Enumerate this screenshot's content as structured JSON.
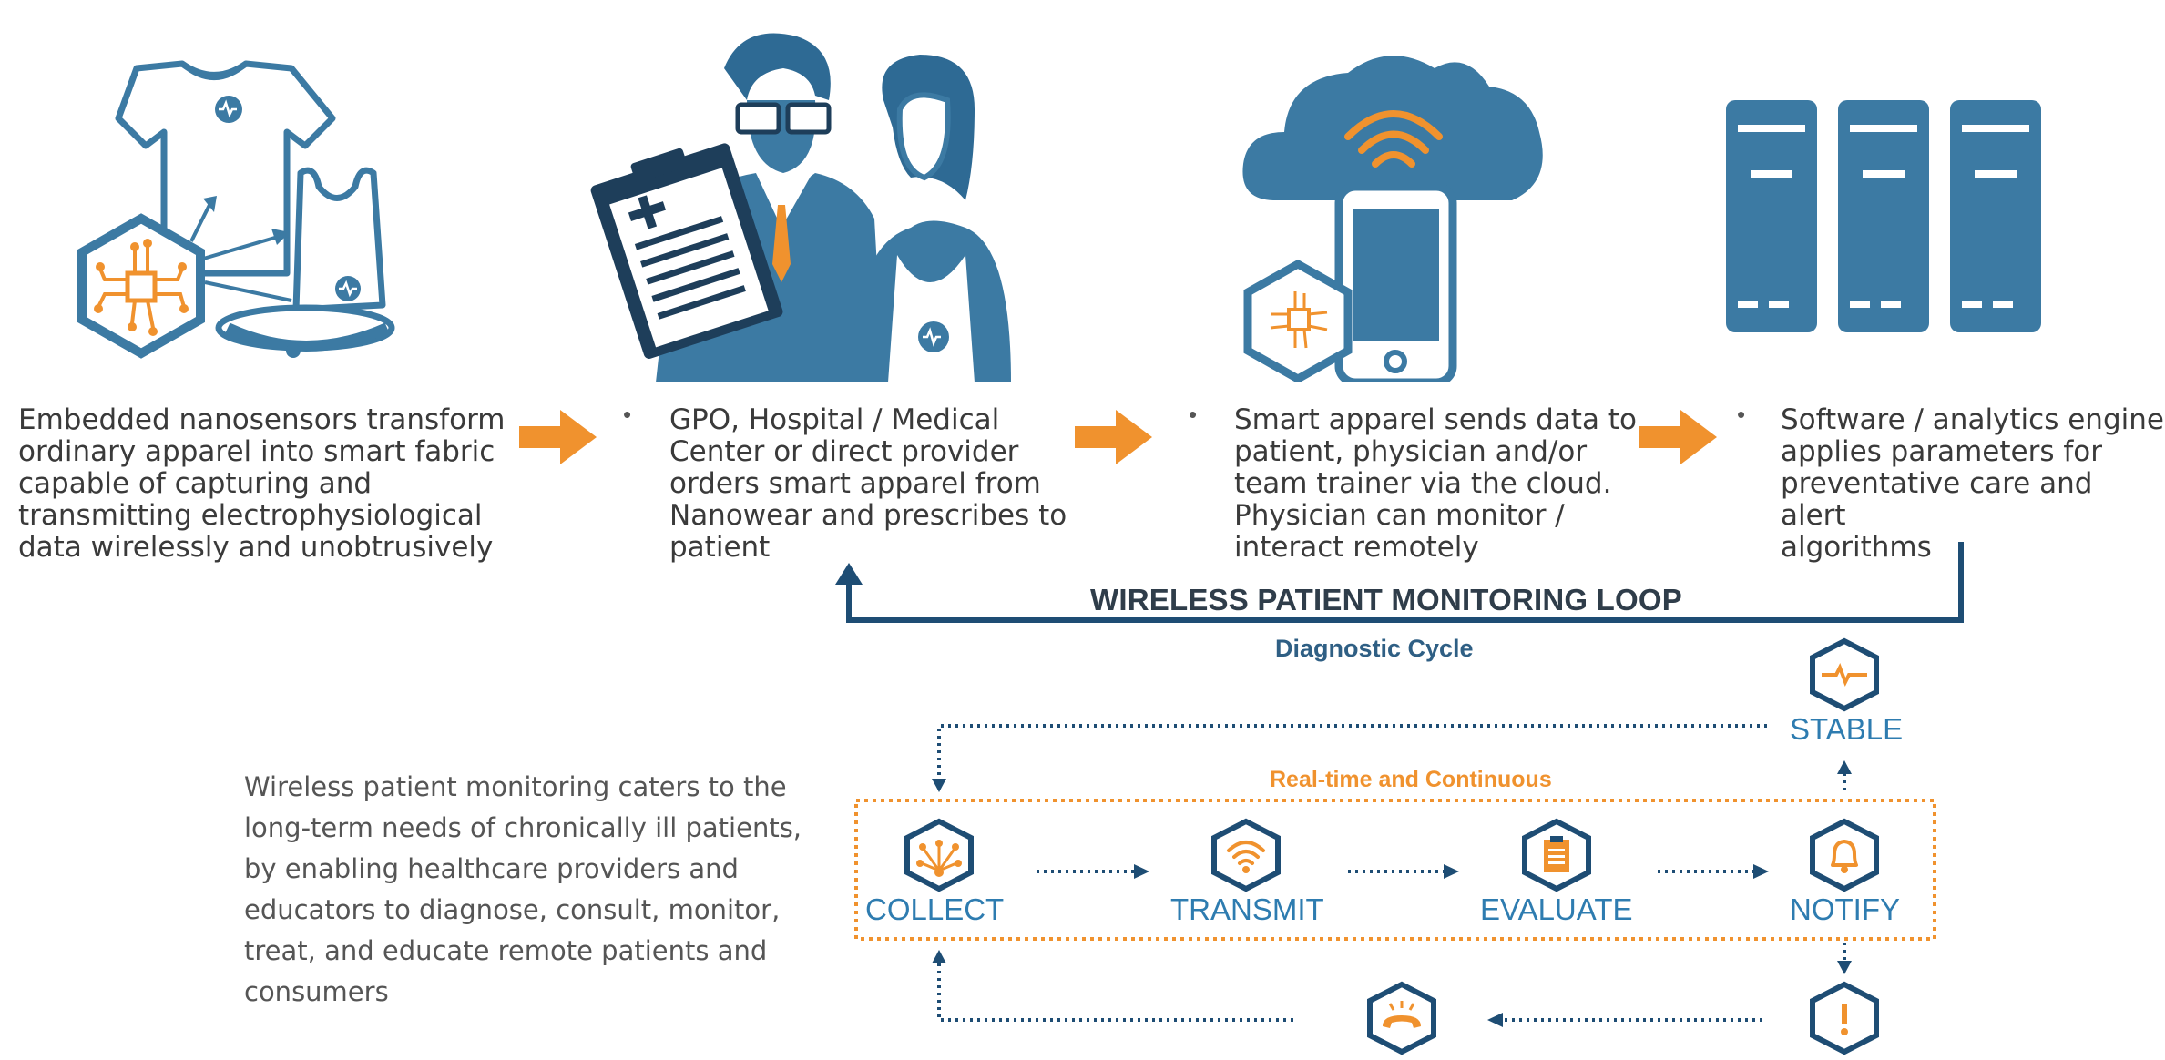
{
  "colors": {
    "blue": "#3c7aa3",
    "dark_blue": "#1e4d74",
    "orange": "#f0922e",
    "navy": "#2f3d4a"
  },
  "steps": [
    {
      "icon": "smart-apparel-icon",
      "text_lines": [
        "Embedded nanosensors transform",
        "ordinary apparel into smart fabric",
        "capable of capturing and",
        "transmitting electrophysiological",
        "data wirelessly and unobtrusively"
      ]
    },
    {
      "icon": "physician-patient-icon",
      "text_lines": [
        "GPO, Hospital / Medical",
        "Center or direct provider",
        "orders smart apparel from",
        "Nanowear and prescribes to",
        "patient"
      ]
    },
    {
      "icon": "cloud-phone-icon",
      "text_lines": [
        "Smart apparel sends data to",
        "patient, physician and/or",
        "team trainer via the cloud.",
        "Physician can monitor /",
        "interact remotely"
      ]
    },
    {
      "icon": "server-icon",
      "text_lines": [
        "Software / analytics engine",
        "applies parameters for",
        "preventative care and alert",
        "algorithms"
      ]
    }
  ],
  "bullet": "•",
  "loop_title": "WIRELESS PATIENT MONITORING LOOP",
  "diagnostic_cycle": "Diagnostic Cycle",
  "realtime_label": "Real-time and Continuous",
  "cycle_nodes": [
    "COLLECT",
    "TRANSMIT",
    "EVALUATE",
    "NOTIFY",
    "STABLE"
  ],
  "summary_lines": [
    "Wireless patient monitoring caters to the",
    "long-term needs of chronically ill patients,",
    "by enabling healthcare providers and",
    "educators to diagnose, consult, monitor,",
    "treat, and educate remote patients and",
    "consumers"
  ]
}
